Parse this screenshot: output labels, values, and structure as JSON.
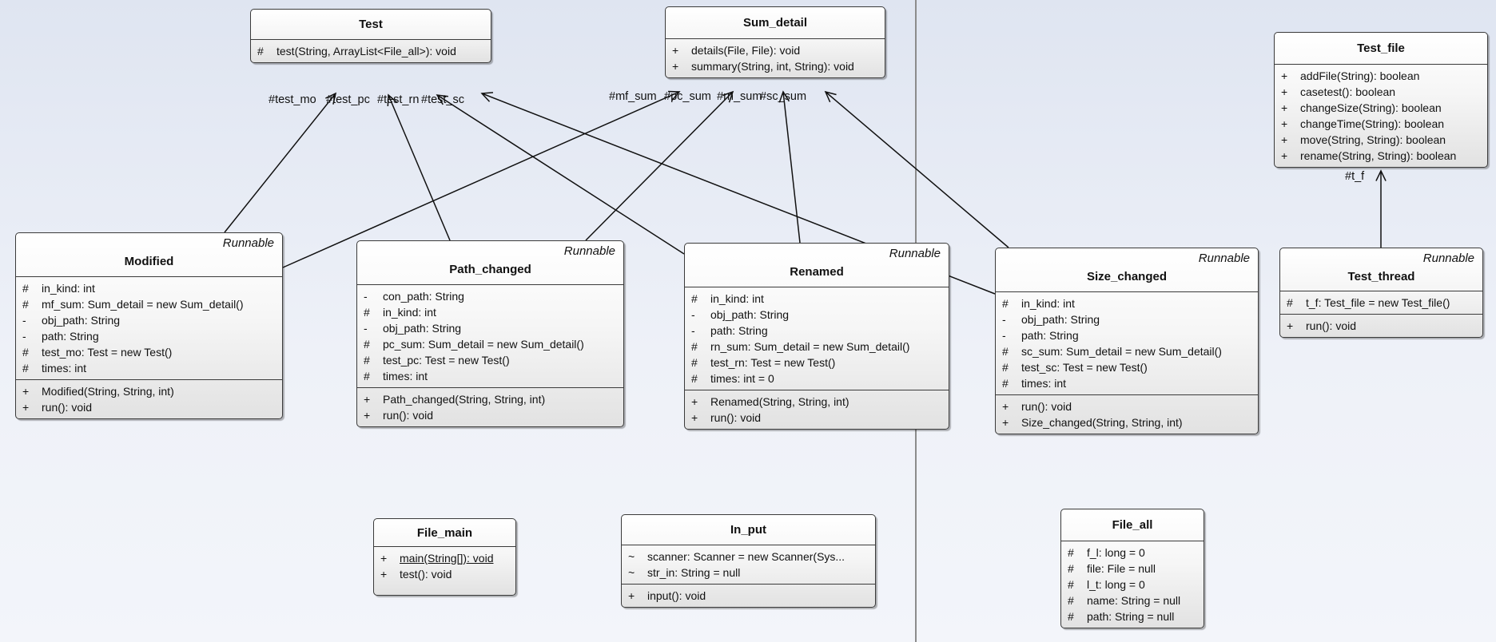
{
  "colors": {
    "background_top": "#dfe5f1",
    "border": "#3a3a3a",
    "divider": "#8c8c8c"
  },
  "classes": [
    {
      "id": "Test",
      "name": "Test",
      "stereotype": "",
      "attributes": [],
      "operations": [
        {
          "vis": "#",
          "text": "test(String, ArrayList<File_all>): void"
        }
      ]
    },
    {
      "id": "Sum_detail",
      "name": "Sum_detail",
      "stereotype": "",
      "attributes": [],
      "operations": [
        {
          "vis": "+",
          "text": "details(File, File): void"
        },
        {
          "vis": "+",
          "text": "summary(String, int, String): void"
        }
      ]
    },
    {
      "id": "Test_file",
      "name": "Test_file",
      "stereotype": "",
      "attributes": [],
      "operations": [
        {
          "vis": "+",
          "text": "addFile(String): boolean"
        },
        {
          "vis": "+",
          "text": "casetest(): boolean"
        },
        {
          "vis": "+",
          "text": "changeSize(String): boolean"
        },
        {
          "vis": "+",
          "text": "changeTime(String): boolean"
        },
        {
          "vis": "+",
          "text": "move(String, String): boolean"
        },
        {
          "vis": "+",
          "text": "rename(String, String): boolean"
        }
      ]
    },
    {
      "id": "Modified",
      "name": "Modified",
      "stereotype": "Runnable",
      "attributes": [
        {
          "vis": "#",
          "text": "in_kind: int"
        },
        {
          "vis": "#",
          "text": "mf_sum: Sum_detail = new Sum_detail()"
        },
        {
          "vis": "-",
          "text": "obj_path: String"
        },
        {
          "vis": "-",
          "text": "path: String"
        },
        {
          "vis": "#",
          "text": "test_mo: Test = new Test()"
        },
        {
          "vis": "#",
          "text": "times: int"
        }
      ],
      "operations": [
        {
          "vis": "+",
          "text": "Modified(String, String, int)"
        },
        {
          "vis": "+",
          "text": "run(): void"
        }
      ]
    },
    {
      "id": "Path_changed",
      "name": "Path_changed",
      "stereotype": "Runnable",
      "attributes": [
        {
          "vis": "-",
          "text": "con_path: String"
        },
        {
          "vis": "#",
          "text": "in_kind: int"
        },
        {
          "vis": "-",
          "text": "obj_path: String"
        },
        {
          "vis": "#",
          "text": "pc_sum: Sum_detail = new Sum_detail()"
        },
        {
          "vis": "#",
          "text": "test_pc: Test = new Test()"
        },
        {
          "vis": "#",
          "text": "times: int"
        }
      ],
      "operations": [
        {
          "vis": "+",
          "text": "Path_changed(String, String, int)"
        },
        {
          "vis": "+",
          "text": "run(): void"
        }
      ]
    },
    {
      "id": "Renamed",
      "name": "Renamed",
      "stereotype": "Runnable",
      "attributes": [
        {
          "vis": "#",
          "text": "in_kind: int"
        },
        {
          "vis": "-",
          "text": "obj_path: String"
        },
        {
          "vis": "-",
          "text": "path: String"
        },
        {
          "vis": "#",
          "text": "rn_sum: Sum_detail = new Sum_detail()"
        },
        {
          "vis": "#",
          "text": "test_rn: Test = new Test()"
        },
        {
          "vis": "#",
          "text": "times: int = 0"
        }
      ],
      "operations": [
        {
          "vis": "+",
          "text": "Renamed(String, String, int)"
        },
        {
          "vis": "+",
          "text": "run(): void"
        }
      ]
    },
    {
      "id": "Size_changed",
      "name": "Size_changed",
      "stereotype": "Runnable",
      "attributes": [
        {
          "vis": "#",
          "text": "in_kind: int"
        },
        {
          "vis": "-",
          "text": "obj_path: String"
        },
        {
          "vis": "-",
          "text": "path: String"
        },
        {
          "vis": "#",
          "text": "sc_sum: Sum_detail = new Sum_detail()"
        },
        {
          "vis": "#",
          "text": "test_sc: Test = new Test()"
        },
        {
          "vis": "#",
          "text": "times: int"
        }
      ],
      "operations": [
        {
          "vis": "+",
          "text": "run(): void"
        },
        {
          "vis": "+",
          "text": "Size_changed(String, String, int)"
        }
      ]
    },
    {
      "id": "Test_thread",
      "name": "Test_thread",
      "stereotype": "Runnable",
      "attributes": [
        {
          "vis": "#",
          "text": "t_f: Test_file = new Test_file()"
        }
      ],
      "operations": [
        {
          "vis": "+",
          "text": "run(): void"
        }
      ]
    },
    {
      "id": "File_main",
      "name": "File_main",
      "stereotype": "",
      "attributes": [],
      "operations": [
        {
          "vis": "+",
          "text": "main(String[]): void",
          "static": true
        },
        {
          "vis": "+",
          "text": "test(): void"
        }
      ]
    },
    {
      "id": "In_put",
      "name": "In_put",
      "stereotype": "",
      "attributes": [
        {
          "vis": "~",
          "text": "scanner: Scanner = new Scanner(Sys..."
        },
        {
          "vis": "~",
          "text": "str_in: String = null"
        }
      ],
      "operations": [
        {
          "vis": "+",
          "text": "input(): void"
        }
      ]
    },
    {
      "id": "File_all",
      "name": "File_all",
      "stereotype": "",
      "attributes": [
        {
          "vis": "#",
          "text": "f_l: long = 0"
        },
        {
          "vis": "#",
          "text": "file: File = null"
        },
        {
          "vis": "#",
          "text": "l_t: long = 0"
        },
        {
          "vis": "#",
          "text": "name: String = null"
        },
        {
          "vis": "#",
          "text": "path: String = null"
        }
      ],
      "operations": []
    }
  ],
  "associations": [
    {
      "from": "Modified",
      "to": "Test",
      "role": "#test_mo"
    },
    {
      "from": "Path_changed",
      "to": "Test",
      "role": "#test_pc"
    },
    {
      "from": "Renamed",
      "to": "Test",
      "role": "#test_rn"
    },
    {
      "from": "Size_changed",
      "to": "Test",
      "role": "#test_sc"
    },
    {
      "from": "Modified",
      "to": "Sum_detail",
      "role": "#mf_sum"
    },
    {
      "from": "Path_changed",
      "to": "Sum_detail",
      "role": "#pc_sum"
    },
    {
      "from": "Renamed",
      "to": "Sum_detail",
      "role": "#rn_sum"
    },
    {
      "from": "Size_changed",
      "to": "Sum_detail",
      "role": "#sc_sum"
    },
    {
      "from": "Test_thread",
      "to": "Test_file",
      "role": "#t_f"
    }
  ]
}
